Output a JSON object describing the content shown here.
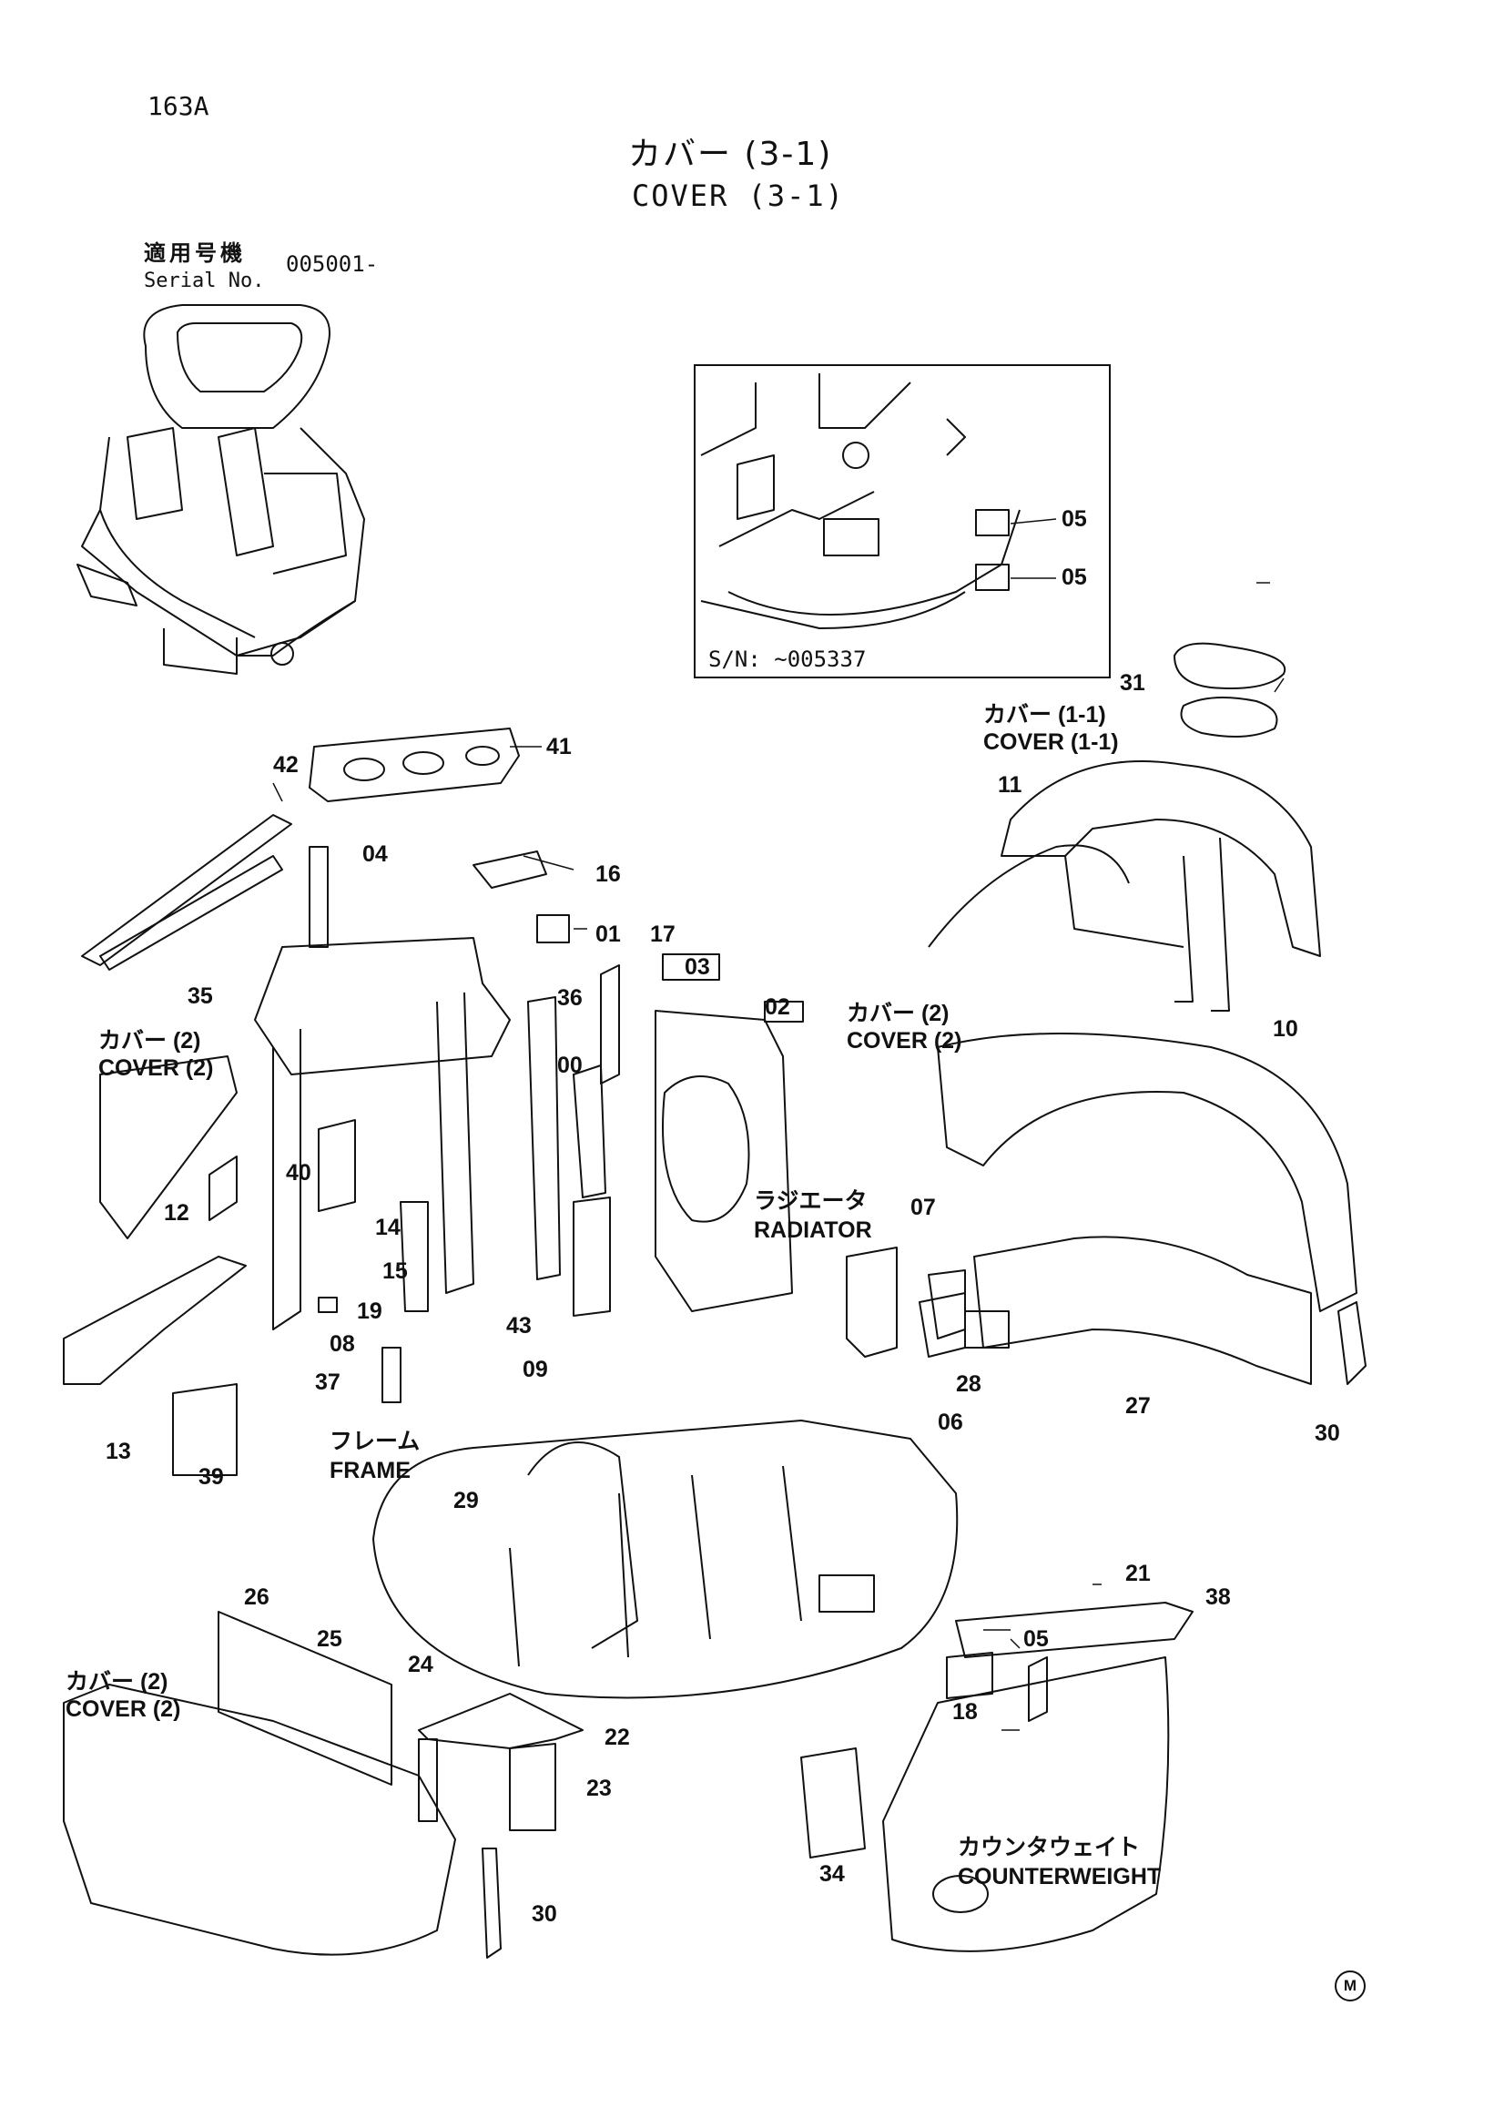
{
  "header": {
    "page_number": "163A",
    "title_jp": "カバー (3-1)",
    "title_en": "COVER (3-1)",
    "serial_label_jp": "適用号機",
    "serial_label_en": "Serial No.",
    "serial_value": "005001-"
  },
  "inset": {
    "serial_note": "S/N: ~005337"
  },
  "labels": {
    "cover_1_1_jp": "カバー (1-1)",
    "cover_1_1_en": "COVER (1-1)",
    "cover_2_left_jp": "カバー (2)",
    "cover_2_left_en": "COVER (2)",
    "cover_2_mid_jp": "カバー (2)",
    "cover_2_mid_en": "COVER (2)",
    "cover_2_bottom_jp": "カバー (2)",
    "cover_2_bottom_en": "COVER (2)",
    "radiator_jp": "ラジエータ",
    "radiator_en": "RADIATOR",
    "frame_jp": "フレーム",
    "frame_en": "FRAME",
    "counterweight_jp": "カウンタウェイト",
    "counterweight_en": "COUNTERWEIGHT"
  },
  "callouts": {
    "c05a": "05",
    "c05b": "05",
    "c31": "31",
    "c11": "11",
    "c10": "10",
    "c42": "42",
    "c41": "41",
    "c04": "04",
    "c16": "16",
    "c01": "01",
    "c17": "17",
    "c03": "03",
    "c02": "02",
    "c35": "35",
    "c36": "36",
    "c00": "00",
    "c40": "40",
    "c12": "12",
    "c14": "14",
    "c15": "15",
    "c19": "19",
    "c08": "08",
    "c43": "43",
    "c07": "07",
    "c09": "09",
    "c28": "28",
    "c27": "27",
    "c06": "06",
    "c30a": "30",
    "c13": "13",
    "c37": "37",
    "c39": "39",
    "c29": "29",
    "c21": "21",
    "c38": "38",
    "c26": "26",
    "c25": "25",
    "c24": "24",
    "c22": "22",
    "c23": "23",
    "c05c": "05",
    "c18": "18",
    "c34": "34",
    "c30b": "30"
  },
  "footer": {
    "mark": "M"
  }
}
